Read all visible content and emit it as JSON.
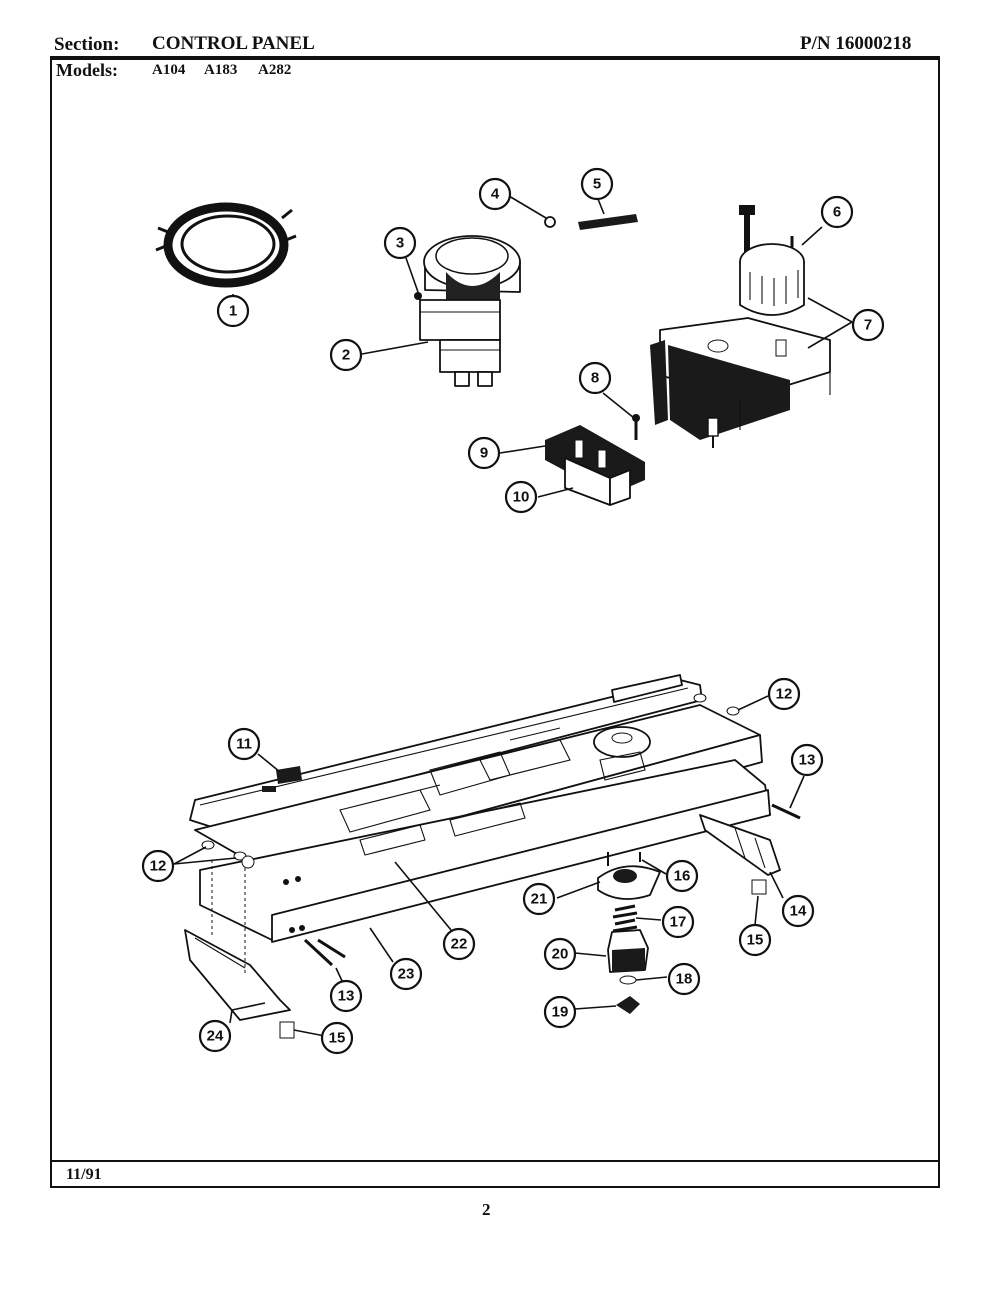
{
  "header": {
    "section_label": "Section:",
    "section_value": "CONTROL PANEL",
    "part_number": "P/N 16000218",
    "models_label": "Models:",
    "models": [
      "A104",
      "A183",
      "A282"
    ]
  },
  "footer": {
    "date": "11/91",
    "page_number": "2"
  },
  "callouts": [
    "1",
    "2",
    "3",
    "4",
    "5",
    "6",
    "7",
    "8",
    "9",
    "10",
    "11",
    "12",
    "12",
    "13",
    "13",
    "14",
    "15",
    "15",
    "16",
    "17",
    "18",
    "19",
    "20",
    "21",
    "22",
    "23",
    "24"
  ]
}
